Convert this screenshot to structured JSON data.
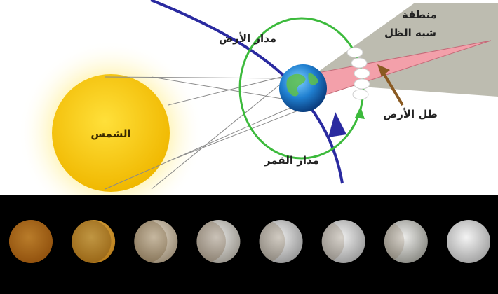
{
  "diagram": {
    "labels": {
      "earth_orbit": "مدار الأرض",
      "penumbra_line1": "منطقة",
      "penumbra_line2": "شبه الظل",
      "earth_shadow": "ظل الأرض",
      "sun": "الشمس",
      "moon_orbit": "مدار القمر"
    },
    "colors": {
      "sun_fill": "#f4c400",
      "sun_glow": "#fff2a8",
      "earth_orbit": "#2a2aa0",
      "moon_orbit": "#3cba3c",
      "penumbra": "#bdbcb0",
      "umbra": "#f3a0aa",
      "pointer": "#8a5a22"
    }
  },
  "photo_strip": {
    "phase_count": 8,
    "background": "#000000",
    "moon_colors": [
      [
        "#f1a43a",
        "#b4620e"
      ],
      [
        "#f2c45c",
        "#b97e1c"
      ],
      [
        "#efe6d6",
        "#9a8c76"
      ],
      [
        "#ececea",
        "#9c9890"
      ],
      [
        "#efefef",
        "#999999"
      ],
      [
        "#f0f0f0",
        "#9d9d9d"
      ],
      [
        "#ededeb",
        "#8e8e88"
      ],
      [
        "#f4f4f4",
        "#a5a5a5"
      ]
    ],
    "shadow_coverage": [
      1.0,
      0.85,
      0.6,
      0.45,
      0.32,
      0.2,
      0.1,
      0.0
    ]
  }
}
